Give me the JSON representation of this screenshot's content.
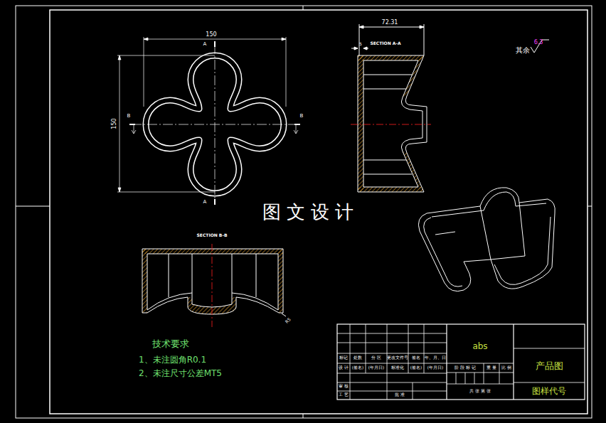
{
  "diagram": {
    "labels": [
      "150",
      "150",
      "A",
      "A",
      "B",
      "B",
      "72.31",
      "5",
      "SECTION A-A",
      "其余",
      "6.3",
      "图 文 设 计",
      "SECTION B-B",
      "R5",
      "技术要求",
      "1、未注圆角R0.1",
      "2、未注尺寸公差MT5",
      "abs",
      "产品图",
      "图样代号",
      "标记",
      "处数",
      "分 区",
      "更改文件号",
      "签名",
      "年、月、日",
      "设 计",
      "(签名)",
      "(年月日)",
      "标准化",
      "(签名)",
      "(年月日)",
      "阶 段 标 记",
      "重 量",
      "比 例",
      "审 核",
      "工 艺",
      "批 准",
      "共 张 第 张"
    ]
  }
}
